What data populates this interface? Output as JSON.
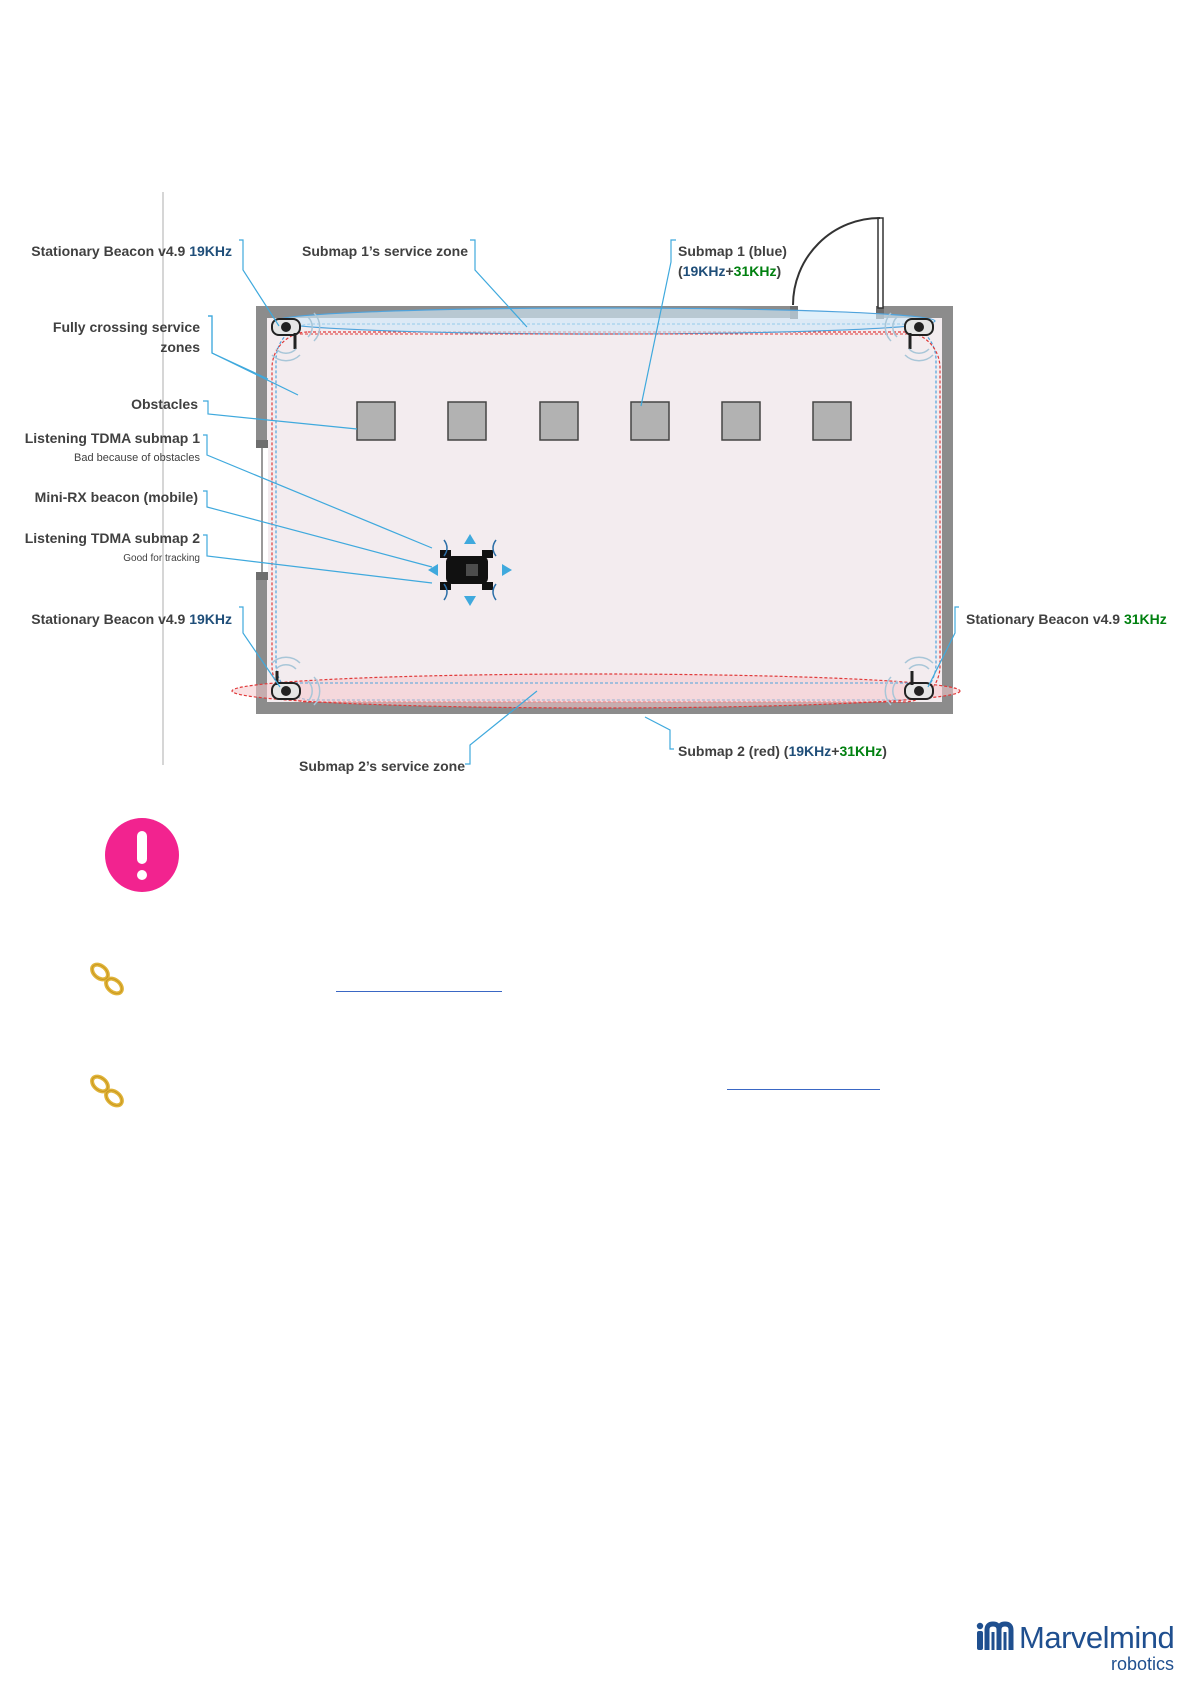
{
  "diagram": {
    "labels": {
      "stationary_beacon_tl": {
        "prefix": "Stationary Beacon v4.9 ",
        "freq": "19KHz"
      },
      "submap1_service_zone": "Submap 1’s service zone",
      "submap1_title": "Submap 1 (blue)",
      "submap1_freq_open": "(",
      "submap1_freq_a": "19KHz",
      "submap1_freq_plus": "+",
      "submap1_freq_b": "31KHz",
      "submap1_freq_close": ")",
      "fully_crossing_line1": "Fully crossing service",
      "fully_crossing_line2": "zones",
      "obstacles": "Obstacles",
      "listening_tdma_1": "Listening TDMA submap 1",
      "listening_tdma_1_note": "Bad because of obstacles",
      "mini_rx": "Mini-RX beacon (mobile)",
      "listening_tdma_2": "Listening TDMA submap 2",
      "listening_tdma_2_note": "Good for tracking",
      "stationary_beacon_bl": {
        "prefix": "Stationary Beacon v4.9 ",
        "freq": "19KHz"
      },
      "stationary_beacon_br": {
        "prefix": "Stationary Beacon v4.9 ",
        "freq": "31KHz"
      },
      "submap2_service_zone": "Submap 2’s service zone",
      "submap2_title": "Submap 2 (red) ",
      "submap2_freq_open": "(",
      "submap2_freq_a": "19KHz",
      "submap2_freq_plus": "+",
      "submap2_freq_b": "31KHz",
      "submap2_freq_close": ")"
    },
    "colors": {
      "wall": "#8c8c8c",
      "floor": "#f3ecef",
      "obstacle": "#b2b2b2",
      "blue_zone": "#4fa3dc",
      "red_zone": "#e03a3a",
      "leader": "#3fa9dd",
      "freq_19": "#1f4e79",
      "freq_31": "#00800f",
      "warning": "#f2238f"
    }
  },
  "icons": {
    "warning": "exclamation-circle-icon",
    "link1": "chain-link-icon",
    "link2": "chain-link-icon"
  },
  "logo": {
    "name": "Marvelmind",
    "sub": "robotics"
  }
}
